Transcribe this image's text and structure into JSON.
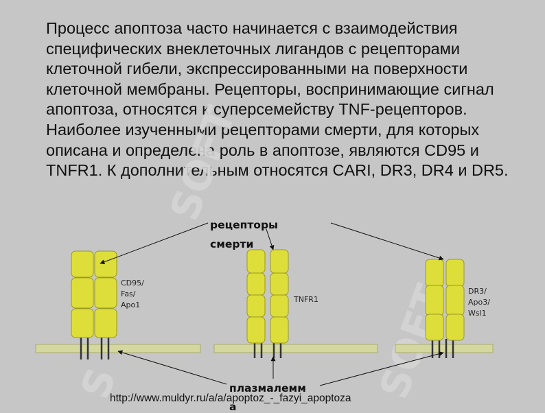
{
  "paragraph": "Процесс апоптоза часто начинается с взаимодействия специфических внеклеточных лигандов с рецепторами клеточной гибели, экспрессированными на поверхности клеточной мембраны. Рецепторы, воспринимающие сигнал апоптоза, относятся к суперсемейству TNF-рецепторов. Наиболее изученными рецепторами смерти, для которых описана и определена роль в апоптозе, являются CD95 и TNFR1. К дополнительным относятся CARI, DR3, DR4 и DR5.",
  "diagram": {
    "label_receptors_line1": "рецепторы",
    "label_receptors_line2": "смерти",
    "label_membrane_line1": "плазмалемм",
    "label_membrane_line2": "а",
    "receptor1": [
      "CD95/",
      "Fas/",
      "Apo1"
    ],
    "receptor2": [
      "TNFR1"
    ],
    "receptor3": [
      "DR3/",
      "Apo3/",
      "Wsl1"
    ]
  },
  "source_url": "http://www.muldyr.ru/a/a/apoptoz_-_fazyi_apoptoza",
  "colors": {
    "background": "#c6c6c6",
    "receptor_fill": "#dede3a",
    "receptor_stroke": "#9a9a20",
    "membrane_fill": "#d4d89e",
    "membrane_stroke": "#a8ab70",
    "watermark": "#d7d7d7"
  }
}
